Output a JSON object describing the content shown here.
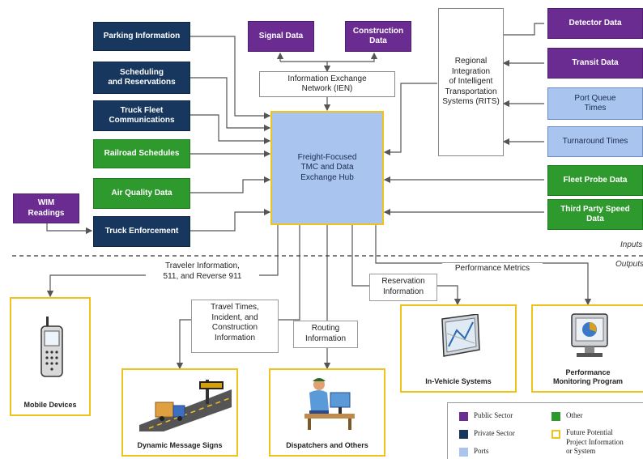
{
  "colors": {
    "public_sector": "#6b2c91",
    "private_sector": "#17375e",
    "ports": "#a9c4ee",
    "other": "#2e9a2e",
    "future": "#f2c21c"
  },
  "nodes": {
    "parking": "Parking Information",
    "scheduling": "Scheduling\nand Reservations",
    "truck_fleet": "Truck Fleet\nCommunications",
    "railroad": "Railroad Schedules",
    "air_quality": "Air Quality Data",
    "wim": "WIM\nReadings",
    "truck_enforcement": "Truck Enforcement",
    "signal": "Signal Data",
    "construction": "Construction\nData",
    "ien": "Information Exchange\nNetwork (IEN)",
    "hub": "Freight-Focused\nTMC and Data\nExchange Hub",
    "rits": "Regional\nIntegration\nof Intelligent\nTransportation\nSystems (RITS)",
    "detector": "Detector Data",
    "transit": "Transit Data",
    "port_queue": "Port Queue\nTimes",
    "turnaround": "Turnaround Times",
    "fleet_probe": "Fleet Probe Data",
    "third_party": "Third Party Speed\nData"
  },
  "flow_labels": {
    "traveler": "Traveler Information,\n511, and Reverse 911",
    "travel_times": "Travel Times,\nIncident, and\nConstruction\nInformation",
    "routing": "Routing\nInformation",
    "reservation": "Reservation\nInformation",
    "performance": "Performance Metrics"
  },
  "divider": {
    "inputs": "Inputs",
    "outputs": "Outputs"
  },
  "outputs": {
    "mobile": "Mobile Devices",
    "dms": "Dynamic Message Signs",
    "dispatchers": "Dispatchers and Others",
    "invehicle": "In-Vehicle Systems",
    "performance": "Performance\nMonitoring Program"
  },
  "legend": {
    "public": "Public Sector",
    "private": "Private Sector",
    "ports": "Ports",
    "other": "Other",
    "future": "Future Potential\nProject Information\nor System"
  },
  "icons": [
    "mobile-phone-icon",
    "message-sign-icon",
    "dispatcher-icon",
    "navigation-device-icon",
    "monitor-chart-icon"
  ]
}
